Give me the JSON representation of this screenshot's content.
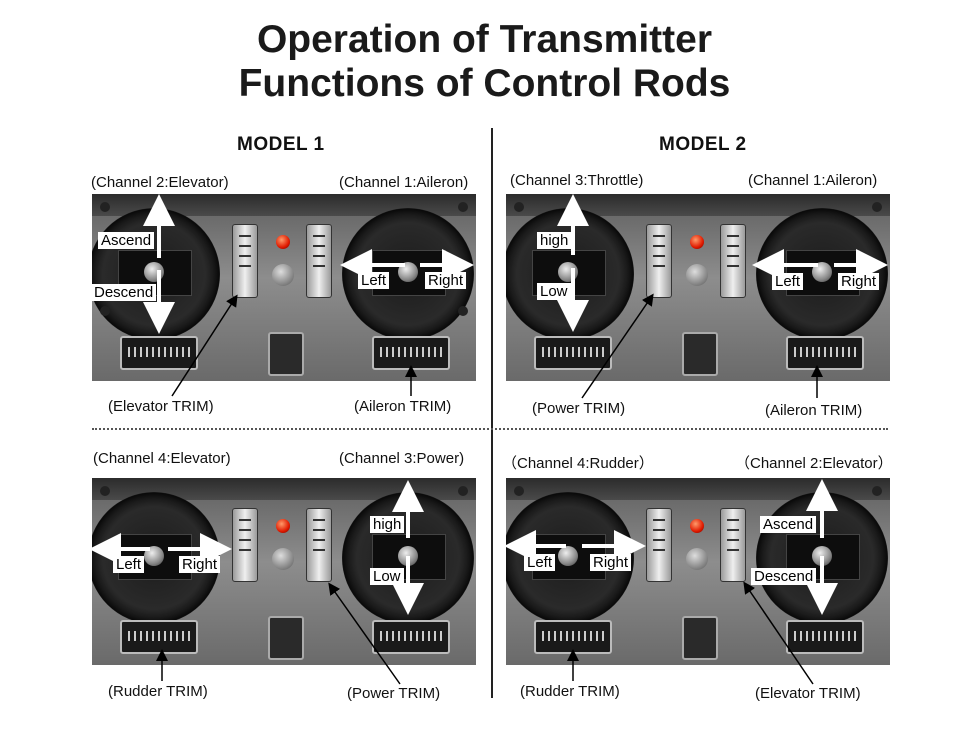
{
  "title": {
    "line1": "Operation of Transmitter",
    "line2": "Functions of Control Rods"
  },
  "models": [
    {
      "label": "MODEL 1",
      "panels": [
        {
          "left_channel": "(Channel 2:Elevator)",
          "right_channel": "(Channel 1:Aileron)",
          "left_stick": {
            "up": "Ascend",
            "down": "Descend"
          },
          "right_stick": {
            "left": "Left",
            "right": "Right"
          },
          "trim_left": "(Elevator TRIM)",
          "trim_right": "(Aileron TRIM)"
        },
        {
          "left_channel": "(Channel 4:Elevator)",
          "right_channel": "(Channel 3:Power)",
          "left_stick": {
            "left": "Left",
            "right": "Right"
          },
          "right_stick": {
            "up": "high",
            "down": "Low"
          },
          "trim_left": "(Rudder TRIM)",
          "trim_right": "(Power TRIM)"
        }
      ]
    },
    {
      "label": "MODEL 2",
      "panels": [
        {
          "left_channel": "(Channel 3:Throttle)",
          "right_channel": "(Channel 1:Aileron)",
          "left_stick": {
            "up": "high",
            "down": "Low"
          },
          "right_stick": {
            "left": "Left",
            "right": "Right"
          },
          "trim_left": "(Power TRIM)",
          "trim_right": "(Aileron TRIM)"
        },
        {
          "left_channel": "（Channel 4:Rudder）",
          "right_channel": "（Channel 2:Elevator）",
          "left_stick": {
            "left": "Left",
            "right": "Right"
          },
          "right_stick": {
            "up": "Ascend",
            "down": "Descend"
          },
          "trim_left": "(Rudder TRIM)",
          "trim_right": "(Elevator TRIM)"
        }
      ]
    }
  ]
}
